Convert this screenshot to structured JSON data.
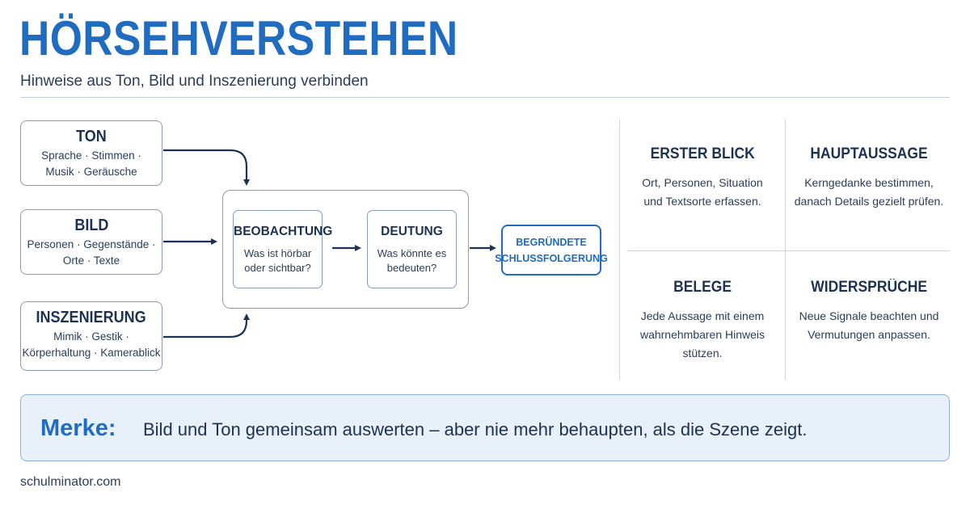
{
  "header": {
    "title": "HÖRSEHVERSTEHEN",
    "subtitle": "Hinweise aus Ton, Bild und Inszenierung verbinden"
  },
  "inputs": [
    {
      "heading": "TON",
      "lines": [
        "Sprache · Stimmen ·",
        "Musik · Geräusche"
      ]
    },
    {
      "heading": "BILD",
      "lines": [
        "Personen · Gegenstände ·",
        "Orte · Texte"
      ]
    },
    {
      "heading": "INSZENIERUNG",
      "lines": [
        "Mimik · Gestik ·",
        "Körperhaltung · Kamerablick"
      ]
    }
  ],
  "process": {
    "steps": [
      {
        "heading": "BEOBACHTUNG",
        "lines": [
          "Was ist hörbar",
          "oder sichtbar?"
        ]
      },
      {
        "heading": "DEUTUNG",
        "lines": [
          "Was könnte es",
          "bedeuten?"
        ]
      }
    ],
    "conclusion": [
      "BEGRÜNDETE",
      "SCHLUSSFOLGERUNG"
    ]
  },
  "grid": [
    {
      "heading": "ERSTER BLICK",
      "lines": [
        "Ort, Personen, Situation",
        "und Textsorte erfassen."
      ]
    },
    {
      "heading": "HAUPTAUSSAGE",
      "lines": [
        "Kerngedanke bestimmen,",
        "danach Details gezielt prüfen."
      ]
    },
    {
      "heading": "BELEGE",
      "lines": [
        "Jede Aussage mit einem",
        "wahrnehmbaren Hinweis",
        "stützen."
      ]
    },
    {
      "heading": "WIDERSPRÜCHE",
      "lines": [
        "Neue Signale beachten und",
        "Vermutungen anpassen."
      ]
    }
  ],
  "merke": {
    "label": "Merke:",
    "text": "Bild und Ton gemeinsam auswerten – aber nie mehr behaupten, als die Szene zeigt."
  },
  "footer": "schulminator.com",
  "colors": {
    "accent": "#1f6cc0",
    "dark": "#1d3252",
    "border": "#8a9cb5",
    "note_bg": "#e8f1f9"
  }
}
